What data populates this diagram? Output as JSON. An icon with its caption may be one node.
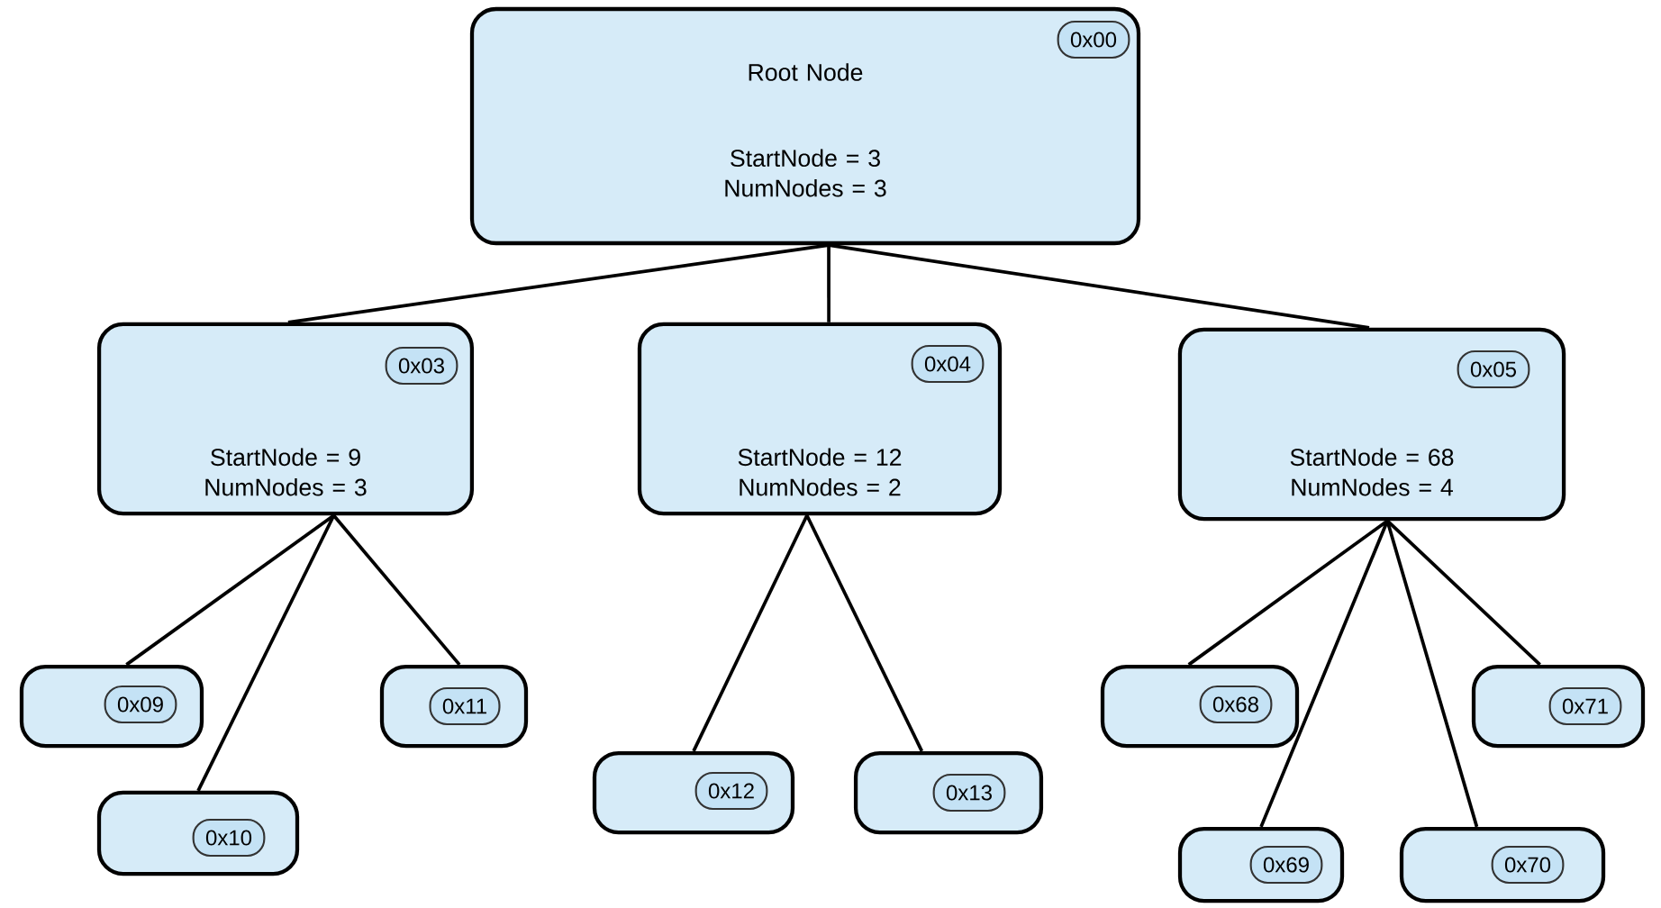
{
  "diagram": {
    "nodes": [
      {
        "text": [
          "Root Node",
          "StartNode = 3 NumNodes = 3"
        ]
      },
      {
        "text": [
          "0x00"
        ],
        "in": 0
      },
      {
        "text": [
          "StartNode = 9 NumNodes = 3"
        ]
      },
      {
        "text": [
          "0x03"
        ],
        "in": 2
      },
      {
        "text": [
          "StartNode = 12 NumNodes = 2"
        ]
      },
      {
        "text": [
          "0x04"
        ],
        "in": 4
      },
      {
        "text": [
          "StartNode = 68 NumNodes = 4"
        ]
      },
      {
        "text": [
          "0x05"
        ],
        "in": 6
      },
      {
        "text": [],
        "shape": "box"
      },
      {
        "text": [
          "0x09"
        ],
        "in": 8
      },
      {
        "text": [],
        "shape": "box"
      },
      {
        "text": [
          "0x11"
        ],
        "in": 10
      },
      {
        "text": [],
        "shape": "box"
      },
      {
        "text": [
          "0x68"
        ],
        "in": 12
      },
      {
        "text": [],
        "shape": "box"
      },
      {
        "text": [
          "0x71"
        ],
        "in": 14
      },
      {
        "text": [],
        "shape": "box"
      },
      {
        "text": [
          "0x12"
        ],
        "in": 16
      },
      {
        "text": [],
        "shape": "box"
      },
      {
        "text": [
          "0x13"
        ],
        "in": 18
      },
      {
        "text": [],
        "shape": "box"
      },
      {
        "text": [
          "0x10"
        ],
        "in": 20
      },
      {
        "text": [],
        "shape": "box"
      },
      {
        "text": [
          "0x69"
        ],
        "in": 22
      },
      {
        "text": [],
        "shape": "box"
      },
      {
        "text": [
          "0x70"
        ],
        "in": 24
      }
    ],
    "edges": [
      {
        "from": 0,
        "to": 2,
        "arrow": "none"
      },
      {
        "from": 0,
        "to": 4,
        "arrow": "none"
      },
      {
        "from": 0,
        "to": 6,
        "arrow": "none"
      },
      {
        "from": 2,
        "to": 8,
        "arrow": "none"
      },
      {
        "from": 2,
        "to": 20,
        "arrow": "none"
      },
      {
        "from": 2,
        "to": 10,
        "arrow": "none"
      },
      {
        "from": 4,
        "to": 16,
        "arrow": "none"
      },
      {
        "from": 4,
        "to": 18,
        "arrow": "none"
      },
      {
        "from": 6,
        "to": 12,
        "arrow": "none"
      },
      {
        "from": 6,
        "to": 22,
        "arrow": "none"
      },
      {
        "from": 6,
        "to": 24,
        "arrow": "none"
      },
      {
        "from": 6,
        "to": 14,
        "arrow": "none"
      }
    ]
  }
}
